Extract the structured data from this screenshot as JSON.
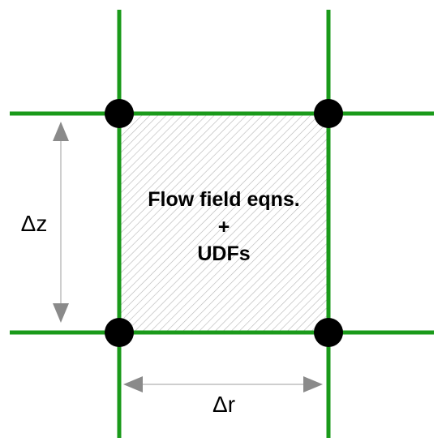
{
  "colors": {
    "grid_line": "#1a9a1a",
    "node": "#000000",
    "hatch": "#b5b5b5",
    "arrow": "#8a8a8a",
    "text": "#000000"
  },
  "labels": {
    "cell_line1": "Flow field eqns.",
    "cell_line2": "+",
    "cell_line3": "UDFs",
    "delta_z": "Δz",
    "delta_r": "Δr"
  }
}
